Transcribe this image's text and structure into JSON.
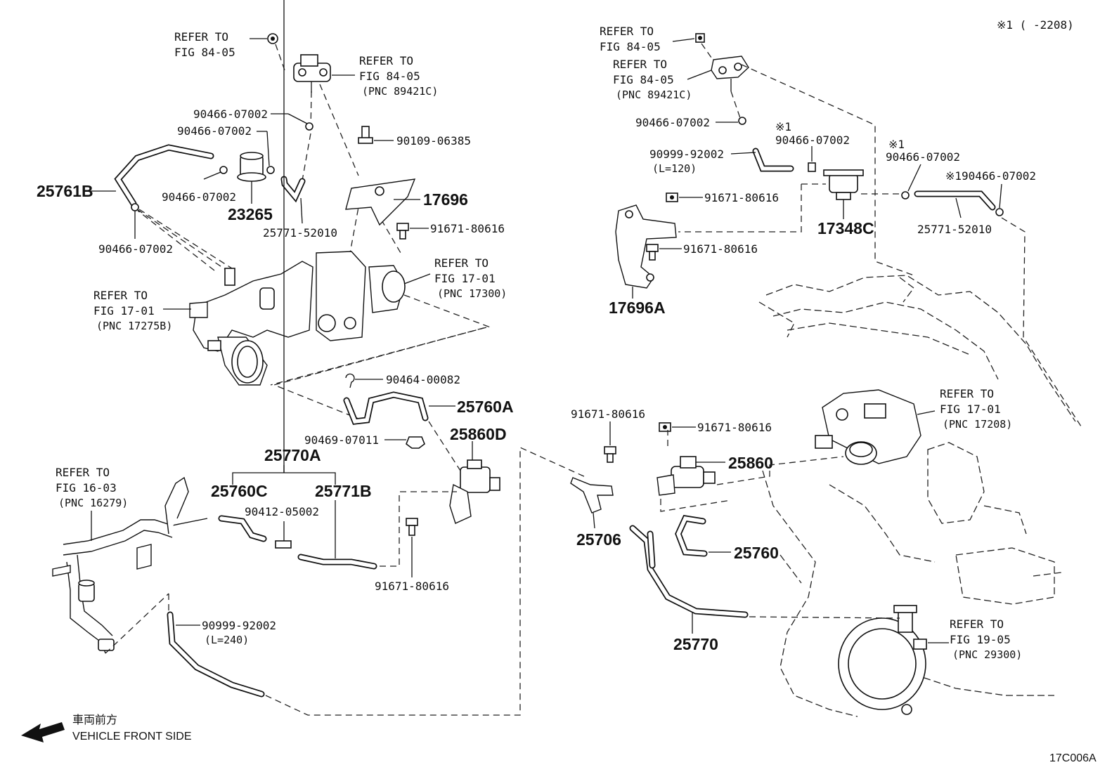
{
  "note": "※1 (      -2208)",
  "diagram_code": "17C006A",
  "front_label_jp": "車両前方",
  "front_label_en": "VEHICLE FRONT SIDE",
  "refs": {
    "r1": {
      "a": "REFER TO",
      "b": "FIG 84-05"
    },
    "r2": {
      "a": "REFER TO",
      "b": "FIG 84-05",
      "c": "(PNC 89421C)"
    },
    "r3": {
      "a": "REFER TO",
      "b": "FIG 17-01",
      "c": "(PNC 17300)"
    },
    "r4": {
      "a": "REFER TO",
      "b": "FIG 17-01",
      "c": "(PNC 17275B)"
    },
    "r5": {
      "a": "REFER TO",
      "b": "FIG 16-03",
      "c": "(PNC 16279)"
    },
    "r6": {
      "a": "REFER TO",
      "b": "FIG 84-05"
    },
    "r7": {
      "a": "REFER TO",
      "b": "FIG 84-05",
      "c": "(PNC 89421C)"
    },
    "r8": {
      "a": "REFER TO",
      "b": "FIG 17-01",
      "c": "(PNC 17208)"
    },
    "r9": {
      "a": "REFER TO",
      "b": "FIG 19-05",
      "c": "(PNC 29300)"
    }
  },
  "parts": {
    "p_90466_a": "90466-07002",
    "p_90466_b": "90466-07002",
    "p_90466_c": "90466-07002",
    "p_90466_d": "90466-07002",
    "p_25761B": "25761B",
    "p_23265": "23265",
    "p_25771_52010_l": "25771-52010",
    "p_90109": "90109-06385",
    "p_17696": "17696",
    "p_91671_a": "91671-80616",
    "p_90464": "90464-00082",
    "p_25760A": "25760A",
    "p_90469": "90469-07011",
    "p_25860D": "25860D",
    "p_25770A": "25770A",
    "p_25760C": "25760C",
    "p_25771B": "25771B",
    "p_90412": "90412-05002",
    "p_91671_b": "91671-80616",
    "p_90999_a": "90999-92002",
    "p_L240": "(L=240)",
    "p_90466_e": "90466-07002",
    "p_90999_b": "90999-92002",
    "p_L120": "(L=120)",
    "p_x1_a": "※1",
    "p_90466_f": "90466-07002",
    "p_x1_b": "※1",
    "p_90466_g": "90466-07002",
    "p_x1_90466": "※190466-07002",
    "p_91671_c": "91671-80616",
    "p_17348C": "17348C",
    "p_25771_52010_r": "25771-52010",
    "p_91671_d": "91671-80616",
    "p_17696A": "17696A",
    "p_91671_e": "91671-80616",
    "p_91671_f": "91671-80616",
    "p_25860": "25860",
    "p_25706": "25706",
    "p_25760": "25760",
    "p_25770": "25770"
  }
}
